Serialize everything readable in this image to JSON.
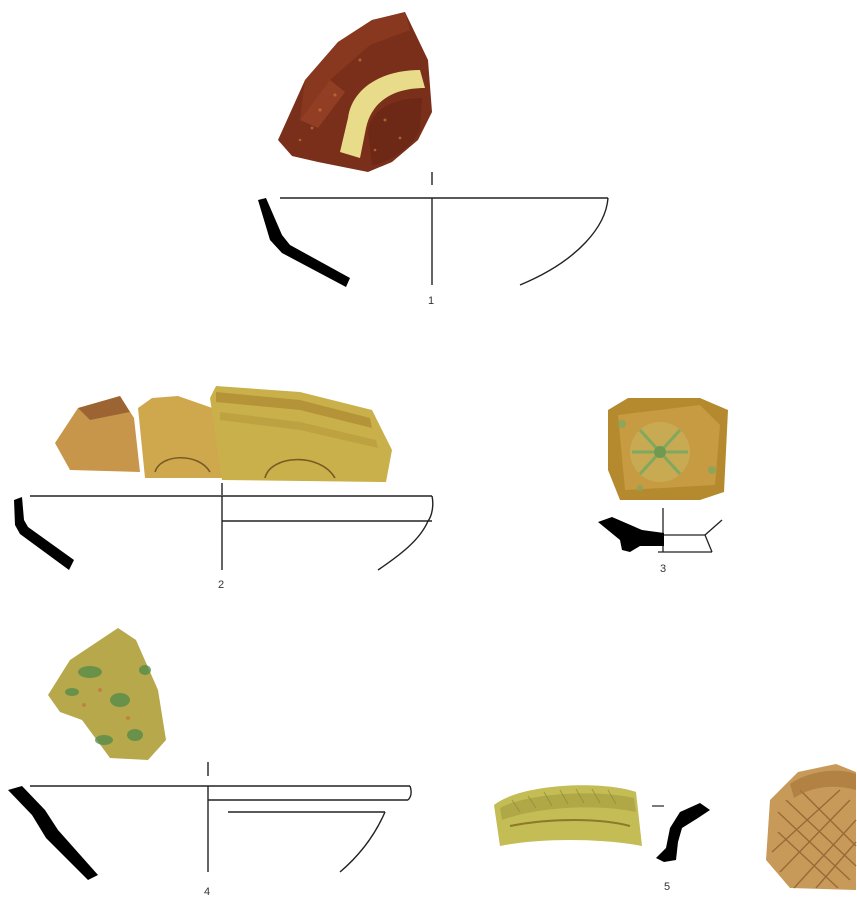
{
  "figures": [
    {
      "id": "1",
      "label": "1"
    },
    {
      "id": "2",
      "label": "2"
    },
    {
      "id": "3",
      "label": "3"
    },
    {
      "id": "4",
      "label": "4"
    },
    {
      "id": "5",
      "label": "5"
    }
  ],
  "colors": {
    "profile": "#000000",
    "line": "#222222",
    "sherd1_body": "#7a2f1a",
    "sherd1_slip": "#e8dc8a",
    "sherd2_glaze": "#c9b04a",
    "sherd3_glaze": "#b58a2e",
    "sherd3_green": "#7fa860",
    "sherd4_glaze": "#b8a84c",
    "sherd4_green": "#4f8a4a",
    "sherd5_glaze": "#c4bc55",
    "sherd6_body": "#c89a5a"
  }
}
